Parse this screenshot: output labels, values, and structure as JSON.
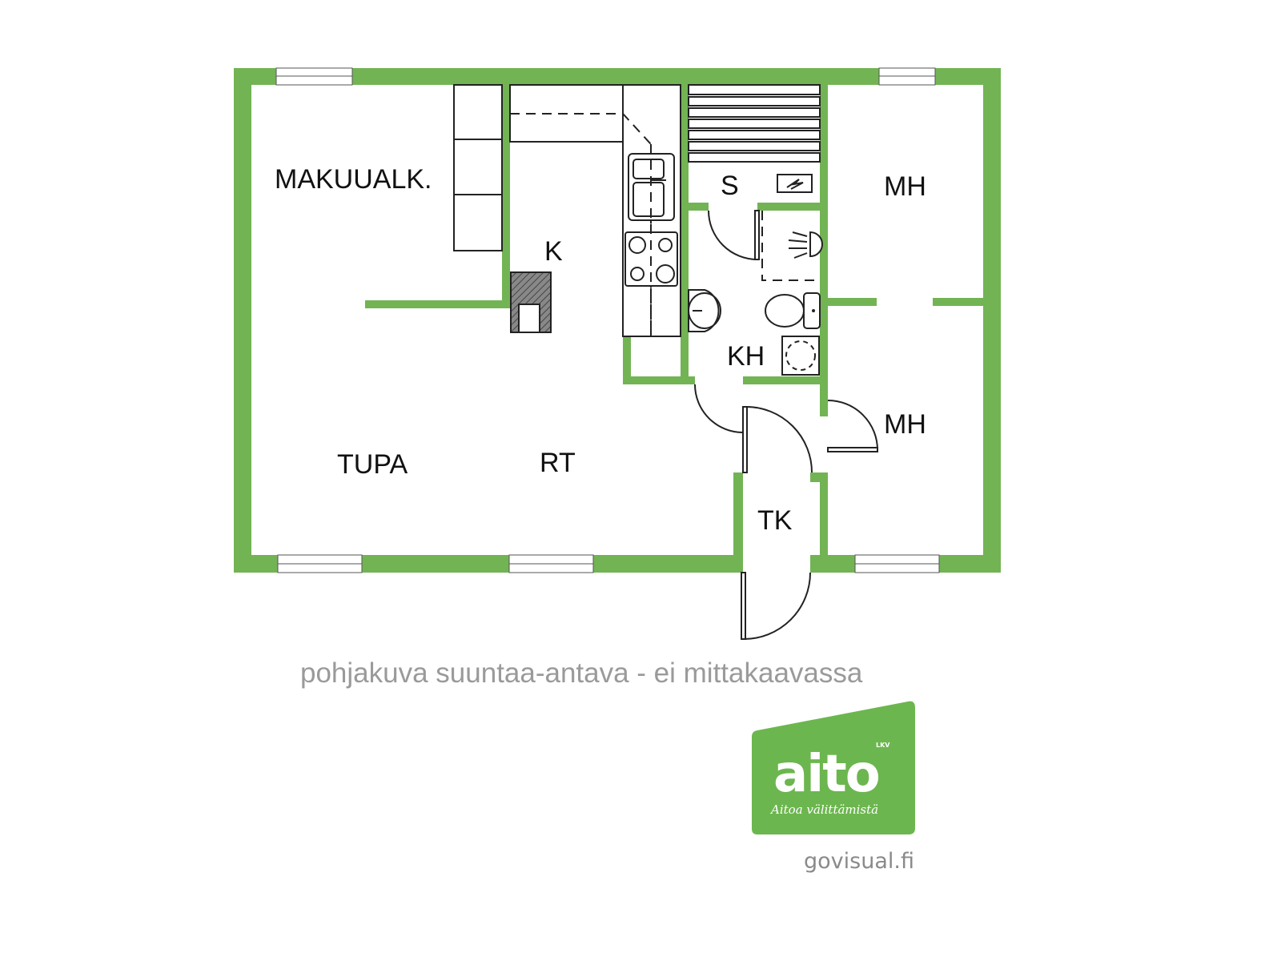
{
  "floorplan": {
    "rooms": {
      "makuualk": "MAKUUALK.",
      "k": "K",
      "s": "S",
      "mh_top": "MH",
      "kh": "KH",
      "mh_bottom": "MH",
      "tupa": "TUPA",
      "rt": "RT",
      "tk": "TK"
    },
    "wall_color": "#72b454"
  },
  "disclaimer": "pohjakuva suuntaa-antava - ei mittakaavassa",
  "logo": {
    "name": "aito",
    "suffix": "LKV",
    "tagline": "Aitoa välittämistä",
    "color": "#6cb64f"
  },
  "credit": "govisual.fi"
}
